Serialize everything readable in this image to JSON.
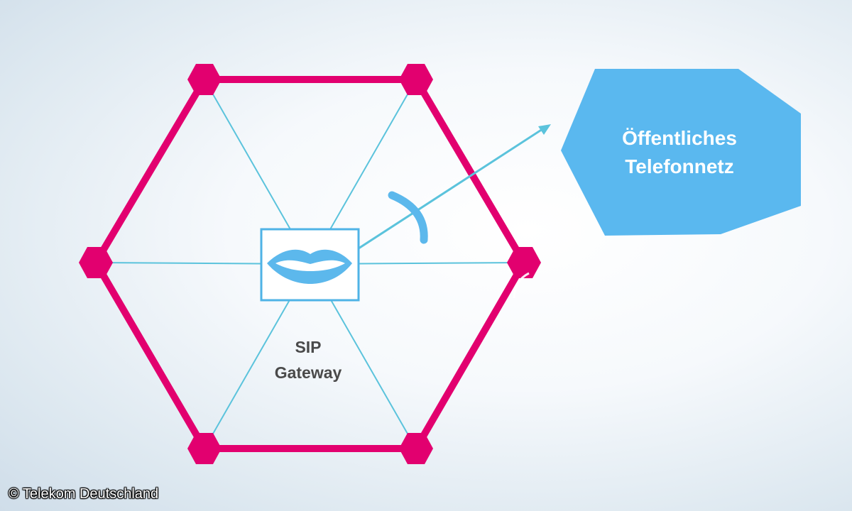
{
  "diagram": {
    "gateway_label_line1": "SIP",
    "gateway_label_line2": "Gateway",
    "pstn_label_line1": "Öffentliches",
    "pstn_label_line2": "Telefonnetz",
    "gateway_icon": "lips-icon",
    "colors": {
      "hexagon_border": "#e2006f",
      "spokes": "#5bc3dc",
      "gateway_border": "#4fb3e6",
      "lips": "#5cb8ec",
      "pstn_fill": "#5ab8ef",
      "arrow": "#5bc3dc"
    }
  },
  "footer": {
    "copyright": "© Telekom Deutschland"
  }
}
